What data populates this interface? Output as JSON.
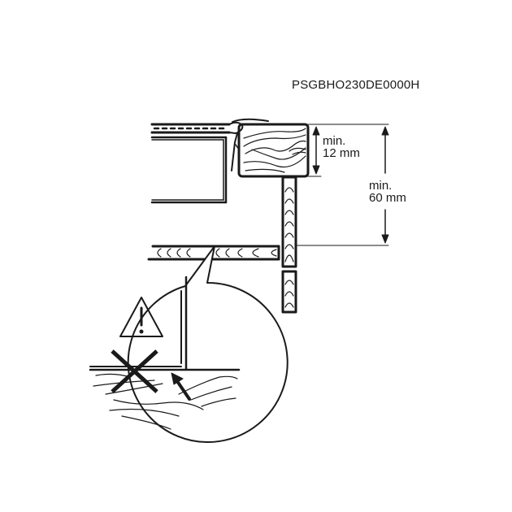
{
  "drawing": {
    "code": "PSGBHO230DE0000H",
    "type": "installation-diagram"
  },
  "dimensions": {
    "worktop_thickness": {
      "line1": "min.",
      "line2": "12 mm"
    },
    "clearance_height": {
      "line1": "min.",
      "line2": "60 mm"
    }
  },
  "detail_callout": {
    "warning_icon": "warning-triangle-icon",
    "prohibited_icon": "cross-icon",
    "pointer_icon": "arrow-icon"
  },
  "colors": {
    "stroke": "#1a1a1a",
    "background": "#ffffff"
  }
}
